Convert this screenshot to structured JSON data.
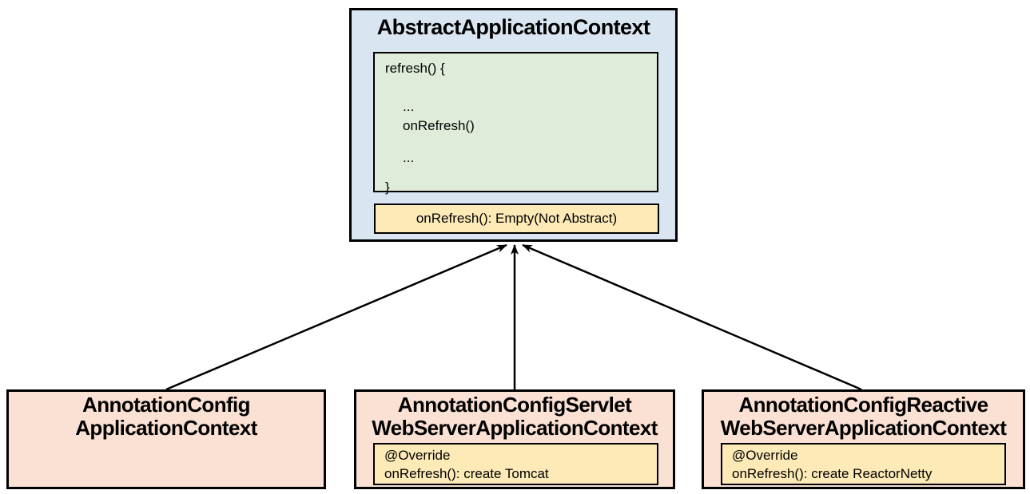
{
  "diagram": {
    "parent": {
      "title": "AbstractApplicationContext",
      "code_lines": [
        "refresh() {",
        "...",
        "onRefresh()",
        "...",
        "}"
      ],
      "note": "onRefresh(): Empty(Not Abstract)"
    },
    "children": [
      {
        "title_line1": "AnnotationConfig",
        "title_line2": "ApplicationContext",
        "note_line1": "",
        "note_line2": ""
      },
      {
        "title_line1": "AnnotationConfigServlet",
        "title_line2": "WebServerApplicationContext",
        "note_line1": "@Override",
        "note_line2": "onRefresh(): create Tomcat"
      },
      {
        "title_line1": "AnnotationConfigReactive",
        "title_line2": "WebServerApplicationContext",
        "note_line1": "@Override",
        "note_line2": "onRefresh(): create ReactorNetty"
      }
    ],
    "colors": {
      "parent_bg": "#d9e6f2",
      "code_bg": "#deecd9",
      "note_bg": "#fdeab6",
      "child_bg": "#fae1d3",
      "border": "#000000",
      "arrow": "#000000"
    }
  }
}
